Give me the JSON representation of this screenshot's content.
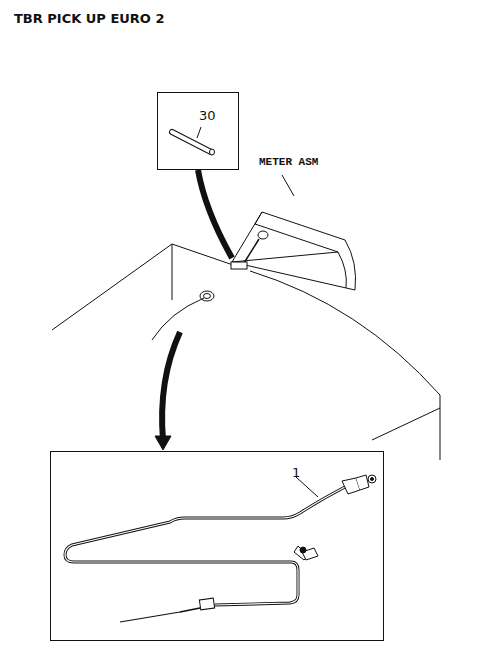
{
  "diagram": {
    "title": "TBR PICK UP EURO 2",
    "nodes": [
      {
        "text": [
          "30"
        ]
      },
      {
        "text": [
          "1"
        ]
      }
    ],
    "labels": [
      "METER ASM"
    ]
  }
}
